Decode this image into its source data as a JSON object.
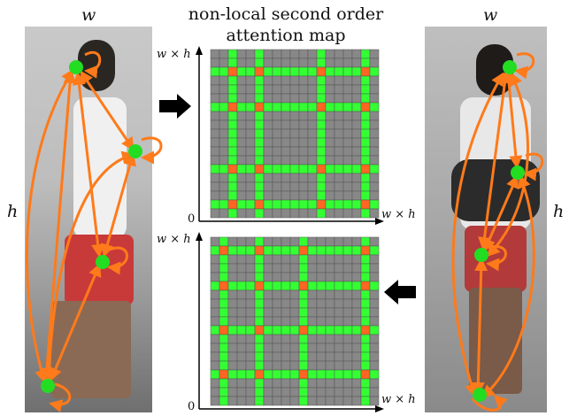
{
  "title_line1": "non-local second order",
  "title_line2": "attention map",
  "left_panel": {
    "width_label": "w",
    "height_label": "h"
  },
  "right_panel": {
    "width_label": "w",
    "height_label": "h"
  },
  "top_map": {
    "y_axis_label": "w × h",
    "x_axis_label": "w × h",
    "origin_label": "0",
    "highlight_rows": [
      2,
      6,
      13,
      17
    ],
    "highlight_cols": [
      2,
      5,
      12,
      17
    ]
  },
  "bottom_map": {
    "y_axis_label": "w × h",
    "x_axis_label": "w × h",
    "origin_label": "0",
    "highlight_rows": [
      1,
      5,
      10,
      15
    ],
    "highlight_cols": [
      1,
      5,
      10,
      17
    ]
  },
  "colors": {
    "cell": "#888888",
    "grid_line": "#555555",
    "highlight": "#33ff33",
    "intersection": "#ff6622",
    "arrow": "#ff7a1a",
    "node": "#22dd22"
  }
}
